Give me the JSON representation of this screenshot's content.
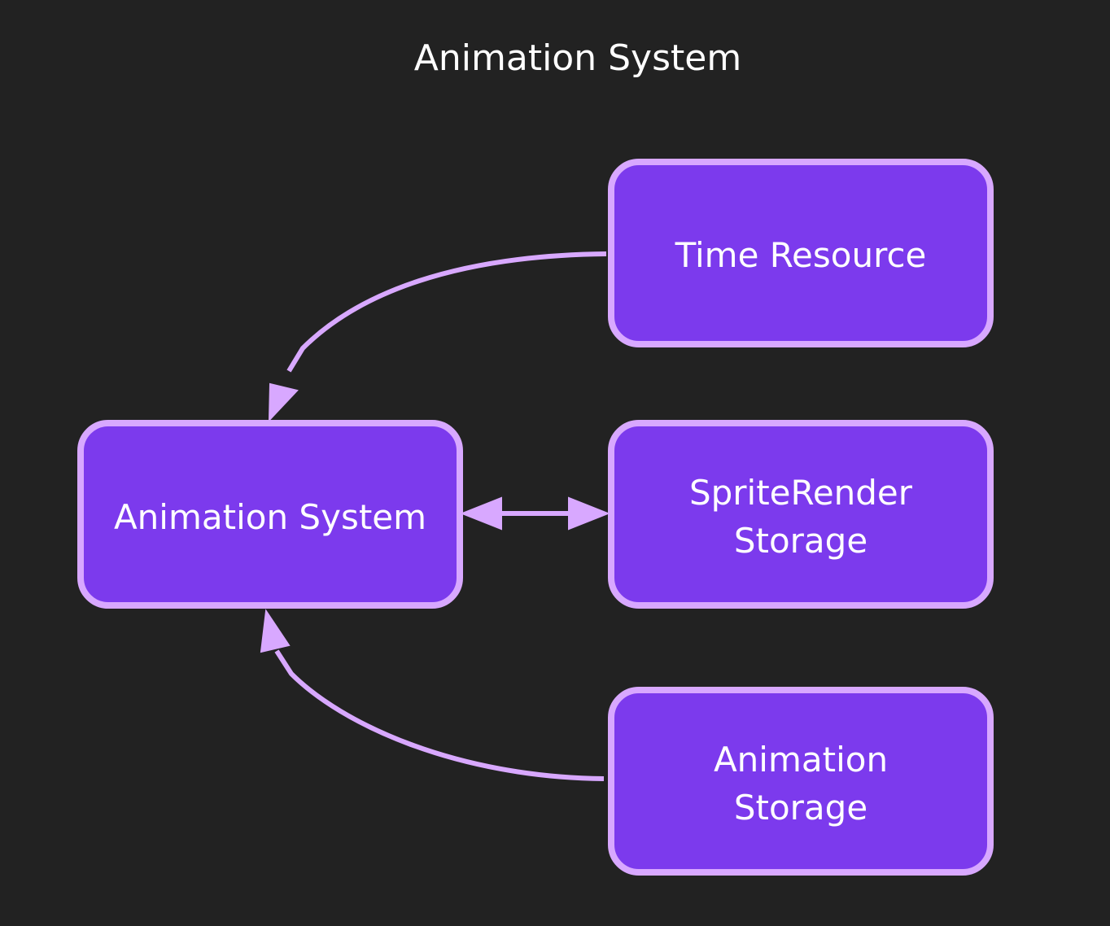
{
  "diagram": {
    "title": "Animation System",
    "nodes": {
      "animation_system": {
        "lines": [
          "Animation System"
        ]
      },
      "time_resource": {
        "lines": [
          "Time Resource"
        ]
      },
      "sprite_render_storage": {
        "lines": [
          "SpriteRender",
          "Storage"
        ]
      },
      "animation_storage": {
        "lines": [
          "Animation",
          "Storage"
        ]
      }
    },
    "edges": [
      {
        "from": "time_resource",
        "to": "animation_system",
        "direction": "forward"
      },
      {
        "from": "animation_system",
        "to": "sprite_render_storage",
        "direction": "both"
      },
      {
        "from": "animation_storage",
        "to": "animation_system",
        "direction": "forward"
      }
    ],
    "colors": {
      "background": "#222222",
      "node_fill": "#7c3aed",
      "node_stroke": "#d8a8ff",
      "edge": "#d8a8ff",
      "text": "#ffffff"
    }
  }
}
